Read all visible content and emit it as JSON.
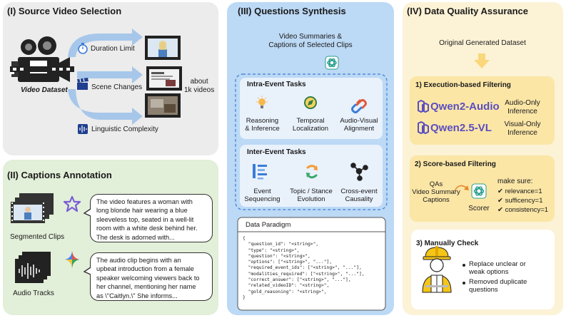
{
  "panel1": {
    "title": "(I) Source Video Selection",
    "video_dataset": "Video Dataset",
    "duration_limit": "Duration Limit",
    "scene_changes": "Scene Changes",
    "linguistic_complexity": "Linguistic Complexity",
    "about": "about\n1k videos"
  },
  "panel2": {
    "title": "(II) Captions Annotation",
    "segmented_clips": "Segmented Clips",
    "audio_tracks": "Audio Tracks",
    "caption_text": "The video features a woman with\nlong blonde hair wearing a blue\nsleeveless top, seated in a well-lit\nroom with a white desk behind her.\nThe desk is adorned with...",
    "audio_text": "The audio clip begins with an\nupbeat introduction from a female\nspeaker welcoming viewers back to\nher channel, mentioning her name\nas \\\"Caitlyn.\\\" She informs..."
  },
  "panel3": {
    "title": "(III) Questions Synthesis",
    "inputs": "Video Summaries &\nCaptions of Selected Clips",
    "intra_title": "Intra-Event Tasks",
    "intra_tasks": [
      "Reasoning\n& Inference",
      "Temporal\nLocalization",
      "Audio-Visual\nAlignment"
    ],
    "inter_title": "Inter-Event Tasks",
    "inter_tasks": [
      "Event\nSequencing",
      "Topic / Stance\nEvolution",
      "Cross-event\nCausality"
    ],
    "paradigm_title": "Data Paradigm",
    "paradigm_code": "{\n  \"question_id\": \"<string>\",\n  \"type\": \"<string>\",\n  \"question\": \"<string>\",\n  \"options\": [\"<string>\", \"...\"],\n  \"required_event_ids\": [\"<string>\", \"...\"],\n  \"modalities_required\": [\"<string>\", \"...\"],\n  \"correct_answer\": [\"<string>\", \"...\"],\n  \"related_videoID\": \"<string>\",\n  \"gold_reasoning\": \"<string>\",\n}"
  },
  "panel4": {
    "title": "(IV)  Data Quality Assurance",
    "original": "Original Generated Dataset",
    "exec_title": "1) Execution-based Filtering",
    "qwen_audio": "Qwen2-Audio",
    "qwen_vl": "Qwen2.5-VL",
    "audio_only": "Audio-Only\nInference",
    "visual_only": "Visual-Only\nInference",
    "score_title": "2) Score-based Filtering",
    "score_inputs": "QAs\nVideo Summary\nCaptions",
    "scorer": "Scorer",
    "make_sure": "make sure:",
    "checks": [
      "relevance=1",
      "sufficency=1",
      "consistency=1"
    ],
    "manual_title": "3) Manually Check",
    "manual_items": [
      "Replace unclear or\nweak options",
      "Removed duplicate\nquestions"
    ]
  },
  "colors": {
    "panel1_bg": "#ececec",
    "panel2_bg": "#e2efd9",
    "panel3_bg": "#bcd9f5",
    "panel4_bg": "#fcf2d6",
    "sub_box_yellow": "#fbe6a6",
    "qwen_purple": "#5b4ec2",
    "arrow_blue": "#a7c7ea"
  }
}
